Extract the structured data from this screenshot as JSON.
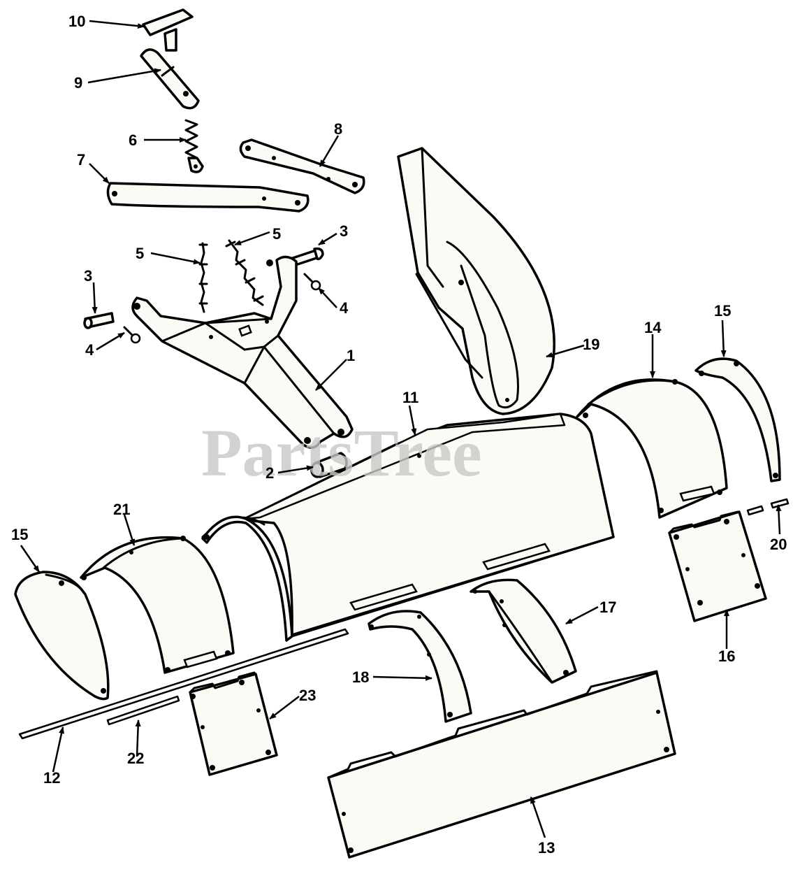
{
  "watermark": "PartsTree",
  "labels": {
    "l1": "1",
    "l2": "2",
    "l3a": "3",
    "l3b": "3",
    "l4a": "4",
    "l4b": "4",
    "l5a": "5",
    "l5b": "5",
    "l6": "6",
    "l7": "7",
    "l8": "8",
    "l9": "9",
    "l10": "10",
    "l11": "11",
    "l12": "12",
    "l13": "13",
    "l14": "14",
    "l15a": "15",
    "l15b": "15",
    "l16": "16",
    "l17": "17",
    "l18": "18",
    "l19": "19",
    "l20": "20",
    "l21": "21",
    "l22": "22",
    "l23": "23"
  }
}
